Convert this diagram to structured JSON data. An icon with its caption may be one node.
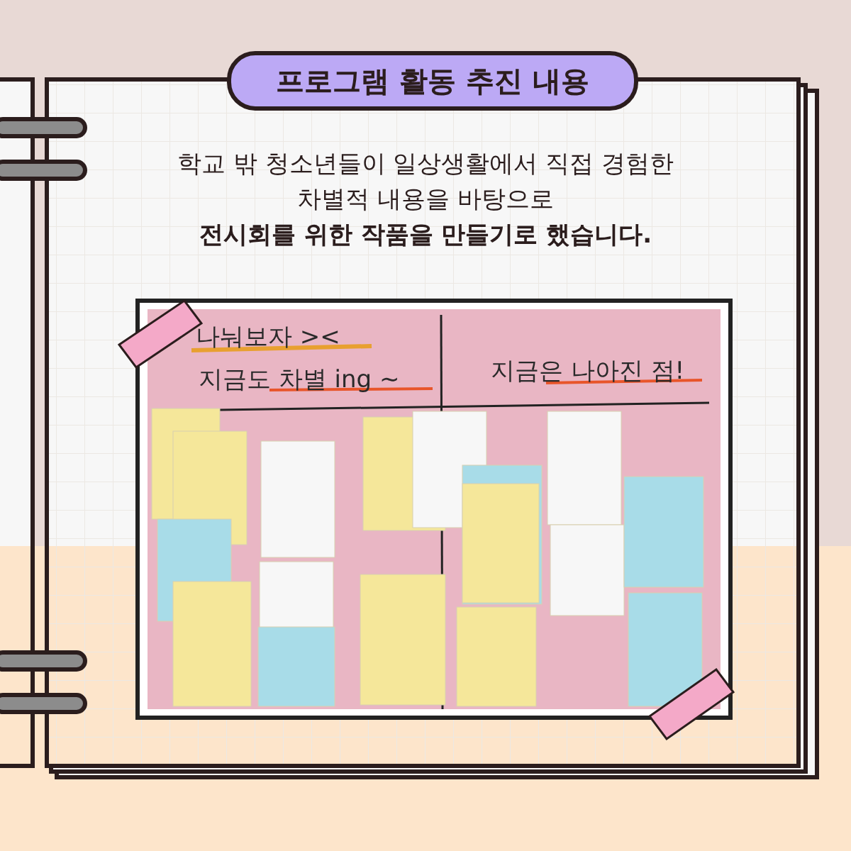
{
  "diagram": {
    "title": "프로그램 활동 추진 내용",
    "labels": [
      "학교 밖 청소년들이 일상생활에서 직접 경험한 차별적 내용을 바탕으로 **전시회를 위한 작품을 만들기로 했습니다.**",
      "나눠보자 ><",
      "지금도 차별 ing ~",
      "지금은 나아진 점!"
    ]
  }
}
